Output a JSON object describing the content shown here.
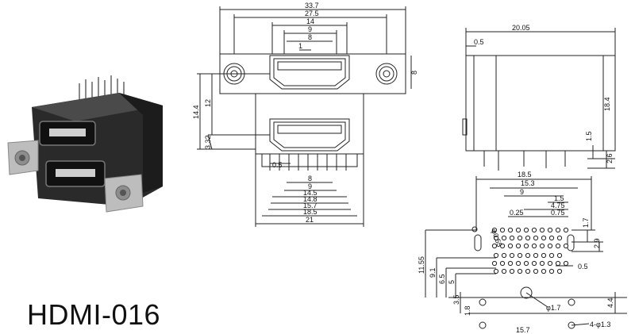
{
  "product": {
    "model": "HDMI-016"
  },
  "front_view": {
    "width_dims": [
      "33.7",
      "27.5",
      "14",
      "9",
      "8",
      "1"
    ],
    "height_dims": [
      "14.4",
      "12",
      "8",
      "3.32"
    ],
    "bottom_dims": [
      "0.5",
      "8",
      "9",
      "14.5",
      "14.8",
      "15.7",
      "18.5",
      "21"
    ]
  },
  "side_view": {
    "dims": [
      "20.05",
      "0.5",
      "18.4",
      "1.5",
      "2.6"
    ]
  },
  "pcb_layout": {
    "dims": [
      "18.5",
      "15.3",
      "9",
      "1.5",
      "4.75",
      "0.25",
      "0.75",
      "1.7",
      "2.9",
      "0.5",
      "11.55",
      "9.1",
      "6.5",
      "5",
      "3.5",
      "1.8",
      "4.4",
      "15.7"
    ],
    "labels": [
      "φ0.55",
      "φ1.7",
      "4-φ1.3"
    ]
  }
}
